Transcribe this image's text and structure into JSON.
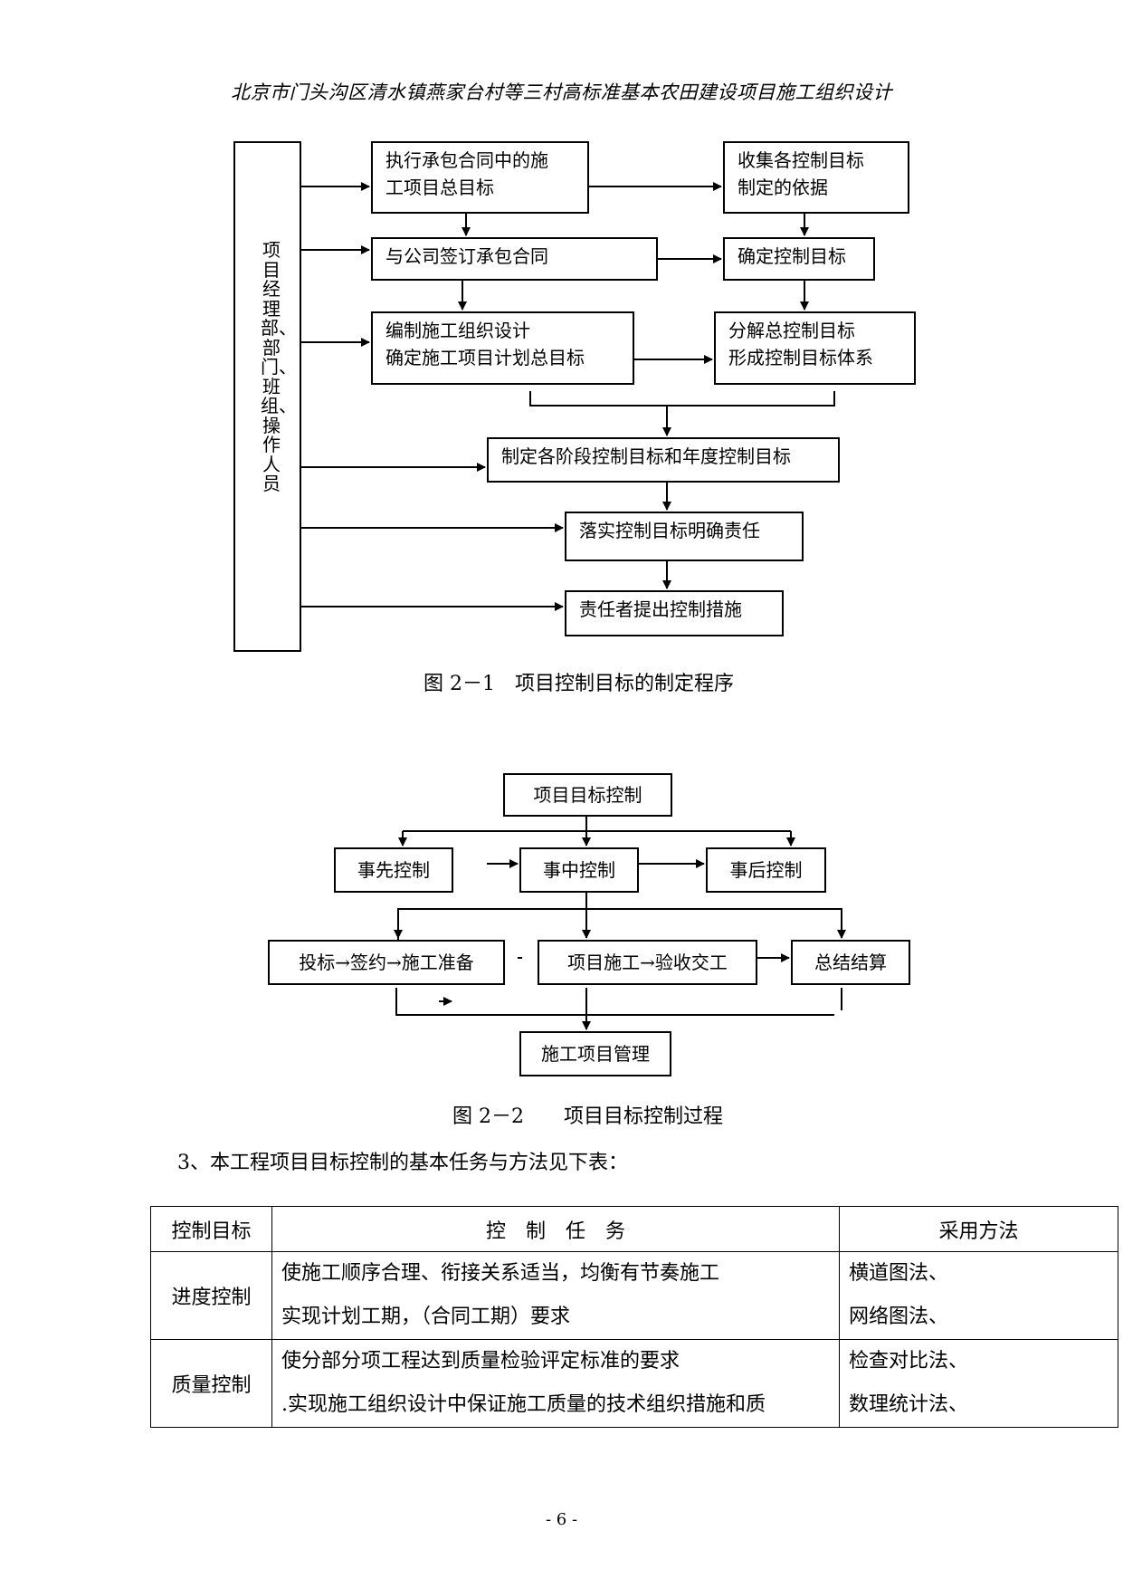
{
  "header": "北京市门头沟区清水镇燕家台村等三村高标准基本农田建设项目施工组织设计",
  "figure1": {
    "side_label": "项目经理部、部门、班组、操作人员",
    "boxes": {
      "b1": [
        "执行承包合同中的施",
        "工项目总目标"
      ],
      "b2": [
        "收集各控制目标",
        "制定的依据"
      ],
      "b3": "与公司签订承包合同",
      "b4": "确定控制目标",
      "b5": [
        "编制施工组织设计",
        "确定施工项目计划总目标"
      ],
      "b6": [
        "分解总控制目标",
        "形成控制目标体系"
      ],
      "b7": "制定各阶段控制目标和年度控制目标",
      "b8": "落实控制目标明确责任",
      "b9": "责任者提出控制措施"
    },
    "caption": "图 2－1　项目控制目标的制定程序"
  },
  "figure2": {
    "top": "项目目标控制",
    "pre": "事先控制",
    "mid": "事中控制",
    "post": "事后控制",
    "bid": "投标→签约→施工准备",
    "construct": "项目施工→验收交工",
    "settle": "总结结算",
    "manage": "施工项目管理",
    "caption": "图 2－2　　项目目标控制过程"
  },
  "paragraph": "3、本工程项目目标控制的基本任务与方法见下表：",
  "table": {
    "headers": [
      "控制目标",
      "控　制　任　务",
      "采用方法"
    ],
    "rows": [
      {
        "target": "进度控制",
        "tasks": [
          "使施工顺序合理、衔接关系适当，均衡有节奏施工",
          "实现计划工期，（合同工期）要求"
        ],
        "methods": [
          "横道图法、",
          "网络图法、"
        ]
      },
      {
        "target": "质量控制",
        "tasks": [
          "使分部分项工程达到质量检验评定标准的要求",
          ".实现施工组织设计中保证施工质量的技术组织措施和质"
        ],
        "methods": [
          "检查对比法、",
          "数理统计法、"
        ]
      }
    ]
  },
  "page_number": "- 6 -"
}
